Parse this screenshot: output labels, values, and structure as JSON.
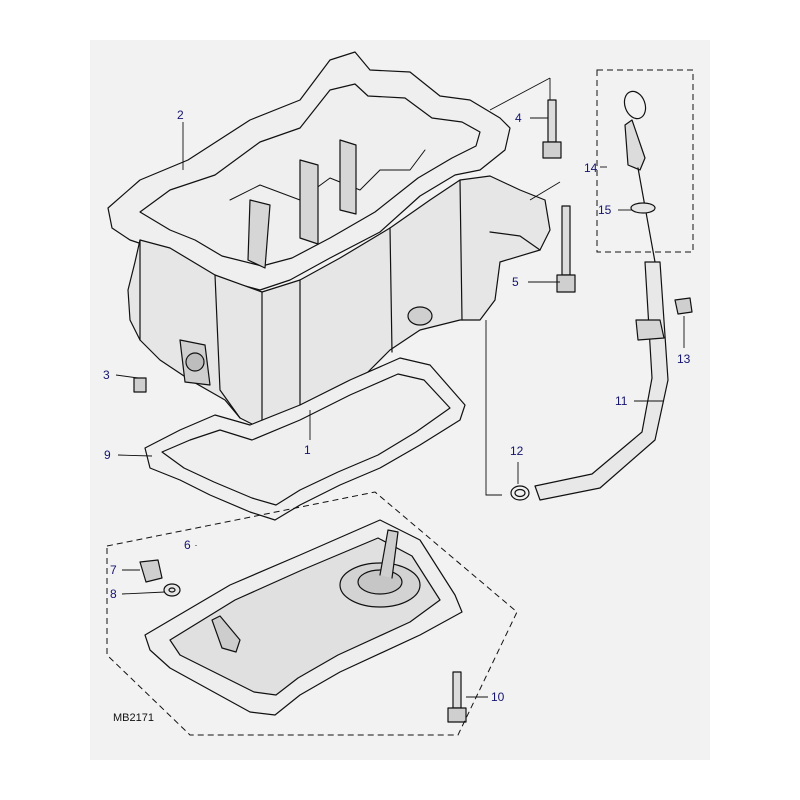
{
  "diagram": {
    "reference_code": "MB2171",
    "callouts": [
      {
        "id": "1",
        "label": "1"
      },
      {
        "id": "2",
        "label": "2"
      },
      {
        "id": "3",
        "label": "3"
      },
      {
        "id": "4",
        "label": "4"
      },
      {
        "id": "5",
        "label": "5"
      },
      {
        "id": "6",
        "label": "6"
      },
      {
        "id": "7",
        "label": "7"
      },
      {
        "id": "8",
        "label": "8"
      },
      {
        "id": "9",
        "label": "9"
      },
      {
        "id": "10",
        "label": "10"
      },
      {
        "id": "11",
        "label": "11"
      },
      {
        "id": "12",
        "label": "12"
      },
      {
        "id": "13",
        "label": "13"
      },
      {
        "id": "14",
        "label": "14"
      },
      {
        "id": "15",
        "label": "15"
      }
    ]
  },
  "colors": {
    "callout_text": "#14146e",
    "line": "#111111",
    "metal_light": "#e6e6e6",
    "metal_shadow": "#c9c9c9",
    "background_plate": "#f2f2f2"
  }
}
